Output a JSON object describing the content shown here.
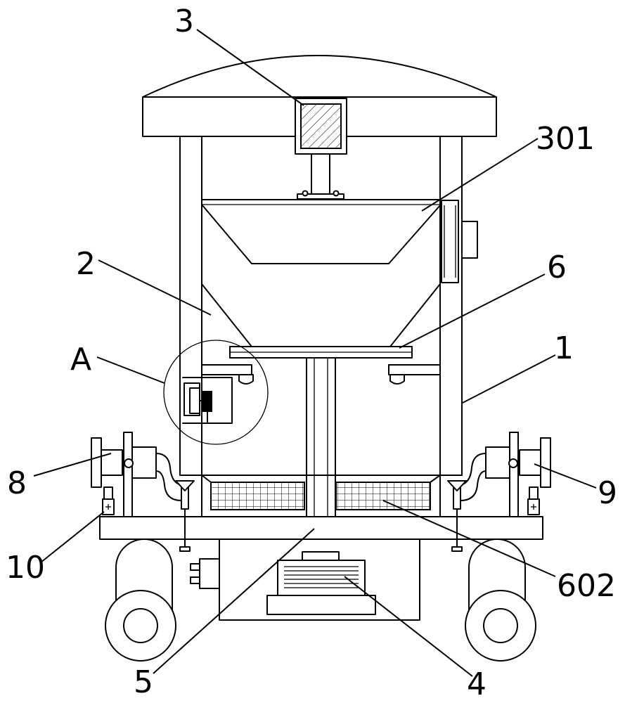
{
  "labels": {
    "l1": "1",
    "l2": "2",
    "l3": "3",
    "l301": "301",
    "l4": "4",
    "l5": "5",
    "l6": "6",
    "l602": "602",
    "l8": "8",
    "l9": "9",
    "l10": "10",
    "lA": "A"
  }
}
